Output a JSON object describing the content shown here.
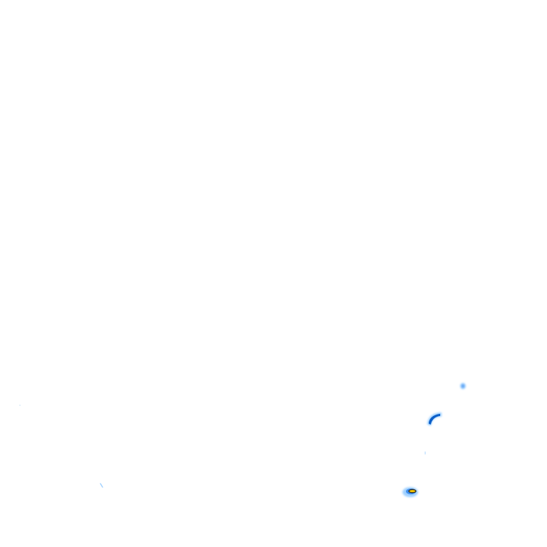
{
  "map": {
    "layer": "precipitation-radar",
    "background_color": "#ffffff",
    "palette": {
      "light": "#9fd0ff",
      "medium": "#3d8ff0",
      "heavy": "#0b5fc9",
      "core_outline": "#2b2b2b",
      "core_fill": "#f2c400"
    },
    "echoes": [
      {
        "id": "echo-1",
        "intensity": "light"
      },
      {
        "id": "echo-2",
        "intensity": "heavy"
      },
      {
        "id": "echo-3",
        "intensity": "very-heavy"
      },
      {
        "id": "echo-4",
        "intensity": "trace"
      },
      {
        "id": "echo-5",
        "intensity": "trace"
      },
      {
        "id": "echo-6",
        "intensity": "trace"
      }
    ]
  }
}
